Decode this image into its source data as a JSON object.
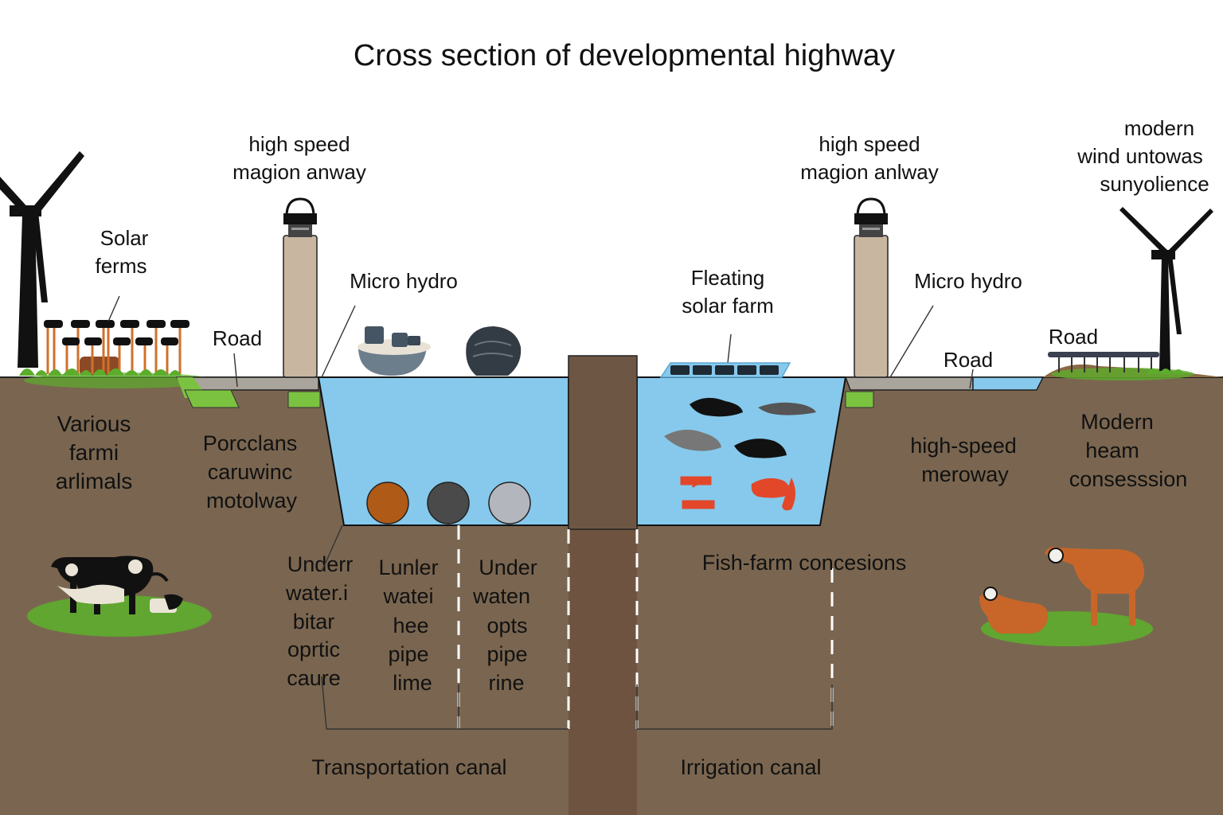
{
  "title": "Cross section of developmental highway",
  "colors": {
    "soil": "#7a6650",
    "soil_dark": "#6b5341",
    "water": "#86c9ec",
    "grass": "#5dad2c",
    "green_block": "#7cc241",
    "road": "#a9a49c",
    "pylon": "#c8b6a0",
    "turbine": "#111111",
    "sky": "#ffffff",
    "pipe_orange": "#b05a18",
    "pipe_dark": "#4a4a4a",
    "pipe_light": "#b3b6bd",
    "fish_red": "#e2472a"
  },
  "labels": {
    "left_maglev": [
      "high speed",
      "magion anway"
    ],
    "right_maglev": [
      "high speed",
      "magion anlway"
    ],
    "wind_top_right": [
      "modern",
      "wind untowas",
      "sunyolience"
    ],
    "solar_farms": [
      "Solar",
      "ferms"
    ],
    "road_left": "Road",
    "micro_hydro_left": "Micro hydro",
    "floating_solar": [
      "Fleating",
      "solar farm"
    ],
    "micro_hydro_right": "Micro hydro",
    "road_right_low": "Road",
    "road_right_high": "Road",
    "farm_animals": [
      "Various",
      "farmi",
      "arlimals"
    ],
    "porcelain_motorway": [
      "Porcclans",
      "caruwinc",
      "motolway"
    ],
    "high_speed_meroway": [
      "high-speed",
      "meroway"
    ],
    "modern_heam": [
      "Modern",
      "heam",
      "consesssion"
    ],
    "underwater_fiber": [
      "Underr",
      "water.i",
      "bitar",
      "oprtic",
      "caure"
    ],
    "underwater_heat_pipe": [
      "Lunler",
      "watei",
      "hee",
      "pipe",
      "lime"
    ],
    "underwater_opts_pipe": [
      "Under",
      "waten",
      "opts",
      "pipe",
      "rine"
    ],
    "fish_farm": "Fish-farm concesions",
    "transportation_canal": "Transportation canal",
    "irrigation_canal": "Irrigation canal"
  },
  "pipes": [
    {
      "name": "orange-pipe",
      "color": "#b05a18"
    },
    {
      "name": "dark-pipe",
      "color": "#4a4a4a"
    },
    {
      "name": "light-pipe",
      "color": "#b3b6bd"
    }
  ],
  "icons": {
    "wind_turbine": "wind-turbine-icon",
    "maglev_pylon": "maglev-pylon-icon",
    "solar_panel": "solar-panel-icon",
    "boat": "micro-hydro-boat-icon",
    "turbine_buoy": "hydro-turbine-icon",
    "fish": "fish-icon",
    "cow": "cow-icon",
    "goat": "goat-icon"
  }
}
